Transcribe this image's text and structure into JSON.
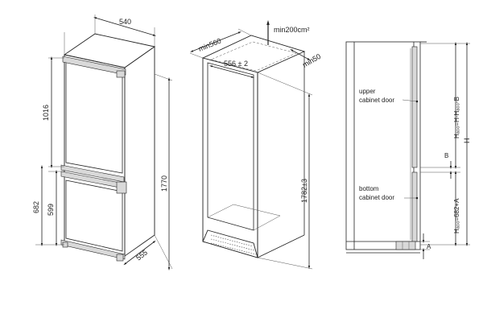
{
  "panel_fridge": {
    "dim_width": "540",
    "dim_upper_door": "1016",
    "dim_lower_outer": "682",
    "dim_lower_inner": "599",
    "dim_height": "1770",
    "dim_depth": "555"
  },
  "panel_niche": {
    "min_depth": "min560",
    "niche_width": "556 ± 2",
    "vent_area": "min200cm²",
    "min_gap": "min50",
    "niche_height": "1782±3"
  },
  "panel_side": {
    "upper_door_label_1": "upper",
    "upper_door_label_2": "cabinet door",
    "bottom_door_label_1": "bottom",
    "bottom_door_label_2": "cabinet door",
    "upper_formula": "Hₐ₀₀=H-Hₐ₀₀-B",
    "bottom_formula": "Hₐ₀₀=682+A",
    "dim_H": "H",
    "dim_B": "B",
    "dim_A": "A"
  }
}
